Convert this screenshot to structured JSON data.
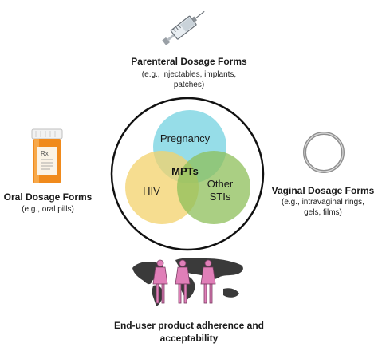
{
  "center": {
    "core_label": "MPTs",
    "circles": {
      "pregnancy": "Pregnancy",
      "hiv": "HIV",
      "other_stis_line1": "Other",
      "other_stis_line2": "STIs"
    },
    "colors": {
      "pregnancy": "#73d2e0",
      "hiv": "#f3d26b",
      "other_stis": "#8ebf5a",
      "outline": "#111111"
    }
  },
  "parenteral": {
    "title": "Parenteral Dosage Forms",
    "desc_line1": "(e.g., injectables, implants,",
    "desc_line2": "patches)",
    "icon": "syringe-icon"
  },
  "oral": {
    "title": "Oral Dosage Forms",
    "desc": "(e.g., oral pills)",
    "icon": "pill-bottle-icon",
    "bottle_label": "Rx"
  },
  "vaginal": {
    "title": "Vaginal Dosage Forms",
    "desc_line1": "(e.g.,  intravaginal rings,",
    "desc_line2": "gels, films)",
    "icon": "vaginal-ring-icon"
  },
  "enduser": {
    "title_line1": "End-user product adherence and",
    "title_line2": "acceptability",
    "icon": "world-map-women-icon",
    "figure_color": "#e07fb8"
  }
}
